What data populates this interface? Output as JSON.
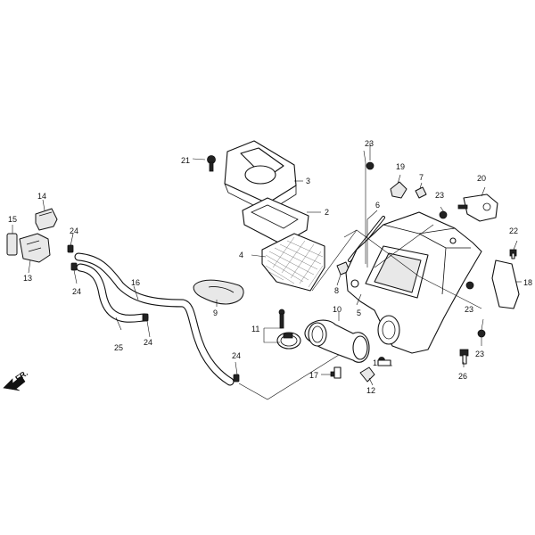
{
  "direction_label": "FR.",
  "parts": {
    "p1": "1",
    "p2": "2",
    "p3": "3",
    "p4": "4",
    "p5": "5",
    "p6": "6",
    "p7": "7",
    "p8": "8",
    "p9": "9",
    "p10": "10",
    "p11": "11",
    "p12": "12",
    "p13": "13",
    "p14": "14",
    "p15": "15",
    "p16": "16",
    "p17": "17",
    "p18": "18",
    "p19": "19",
    "p20": "20",
    "p21": "21",
    "p22": "22",
    "p23": "23",
    "p24": "24",
    "p25": "25",
    "p26": "26"
  }
}
